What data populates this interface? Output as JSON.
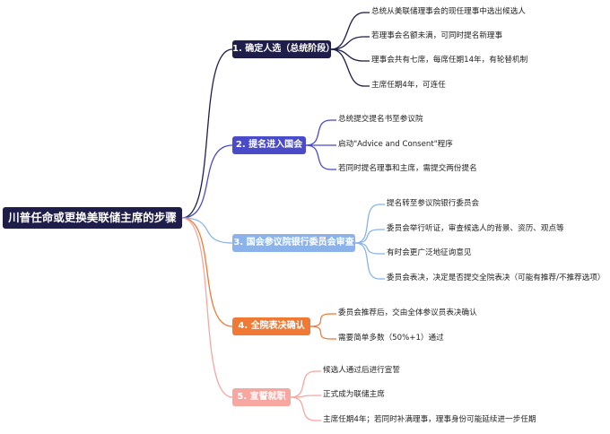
{
  "root": {
    "label": "川普任命或更换美联储主席的步骤"
  },
  "branches": [
    {
      "label": "1. 确定人选（总统阶段）",
      "color": "#1f1d4a",
      "leaves": [
        "总统从美联储理事会的现任理事中选出候选人",
        "若理事会名额未满，可同时提名新理事",
        "理事会共有七席，每席任期14年，有轮替机制",
        "主席任期4年，可连任"
      ]
    },
    {
      "label": "2. 提名进入国会",
      "color": "#4a4bc9",
      "leaves": [
        "总统提交提名书至参议院",
        "启动\"Advice and Consent\"程序",
        "若同时提名理事和主席，需提交两份提名"
      ]
    },
    {
      "label": "3. 国会参议院银行委员会审查",
      "color": "#8bb3ea",
      "leaves": [
        "提名转至参议院银行委员会",
        "委员会举行听证，审查候选人的背景、资历、观点等",
        "有时会更广泛地征询意见",
        "委员会表决，决定是否提交全院表决（可能有推荐/不推荐选项）"
      ]
    },
    {
      "label": "4. 全院表决确认",
      "color": "#f07a35",
      "leaves": [
        "委员会推荐后，交由全体参议员表决确认",
        "需要简单多数（50%+1）通过"
      ]
    },
    {
      "label": "5. 宣誓就职",
      "color": "#f7a6a0",
      "leaves": [
        "候选人通过后进行宣誓",
        "正式成为联储主席",
        "主席任期4年；若同时补满理事，理事身份可能延续进一步任期"
      ]
    }
  ]
}
